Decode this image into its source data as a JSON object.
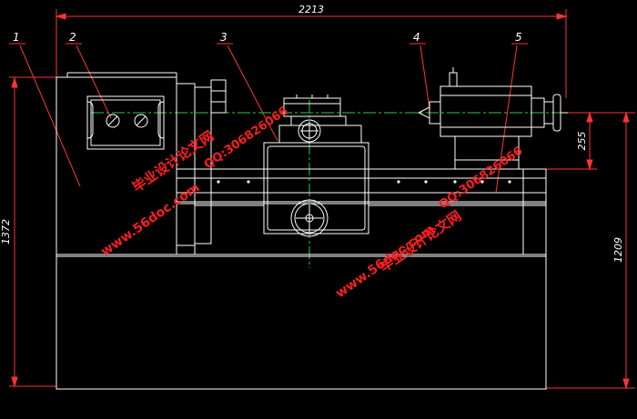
{
  "dimensions": {
    "overall_length": "2213",
    "overall_height": "1372",
    "bed_height": "1209",
    "center_offset": "255"
  },
  "callouts": [
    "1",
    "2",
    "3",
    "4",
    "5"
  ],
  "watermarks": {
    "site_name": "毕业设计论文网",
    "site_url": "www.56doc.com",
    "contact": "QQ:306826066"
  },
  "colors": {
    "background": "#000000",
    "outline": "#ffffff",
    "dimension": "#ff3333",
    "centerline": "#2ecc40",
    "watermark": "#ff1e1e"
  }
}
